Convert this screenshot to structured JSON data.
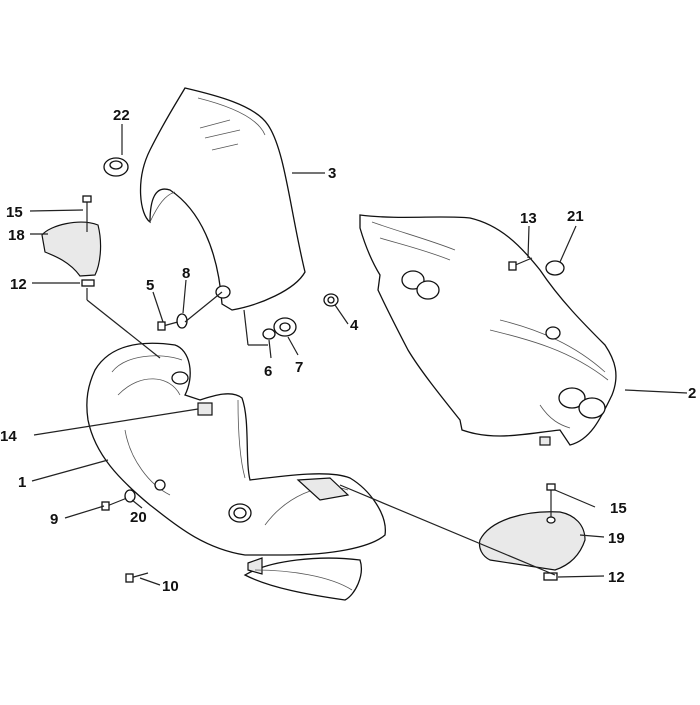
{
  "callouts": [
    {
      "id": "c1",
      "label": "1"
    },
    {
      "id": "c2",
      "label": "2"
    },
    {
      "id": "c3",
      "label": "3"
    },
    {
      "id": "c4",
      "label": "4"
    },
    {
      "id": "c5",
      "label": "5"
    },
    {
      "id": "c6",
      "label": "6"
    },
    {
      "id": "c7",
      "label": "7"
    },
    {
      "id": "c8",
      "label": "8"
    },
    {
      "id": "c9",
      "label": "9"
    },
    {
      "id": "c10",
      "label": "10"
    },
    {
      "id": "c12a",
      "label": "12"
    },
    {
      "id": "c12b",
      "label": "12"
    },
    {
      "id": "c13",
      "label": "13"
    },
    {
      "id": "c14",
      "label": "14"
    },
    {
      "id": "c15a",
      "label": "15"
    },
    {
      "id": "c15b",
      "label": "15"
    },
    {
      "id": "c18",
      "label": "18"
    },
    {
      "id": "c19",
      "label": "19"
    },
    {
      "id": "c20",
      "label": "20"
    },
    {
      "id": "c21",
      "label": "21"
    },
    {
      "id": "c22",
      "label": "22"
    }
  ]
}
